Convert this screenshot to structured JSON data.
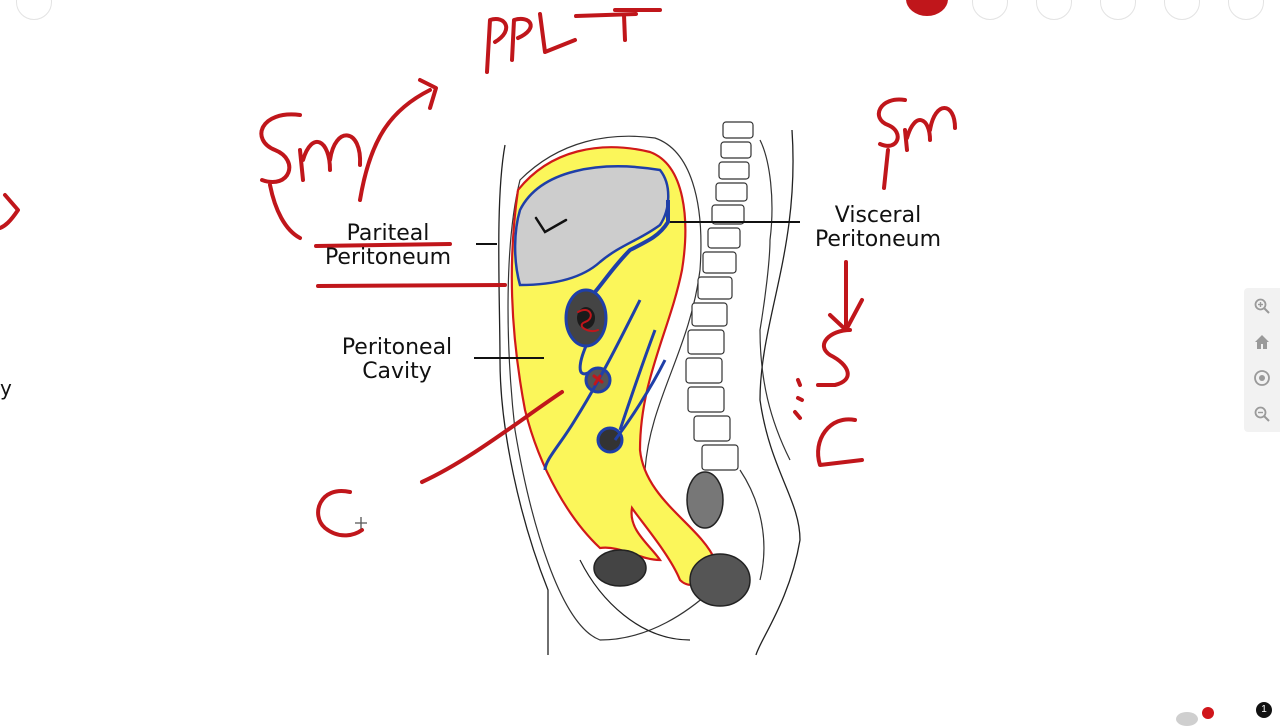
{
  "labels": {
    "parietal_line1": "Pariteal",
    "parietal_line2": "Peritoneum",
    "visceral_line1": "Visceral",
    "visceral_line2": "Peritoneum",
    "cavity_line1": "Peritoneal",
    "cavity_line2": "Cavity"
  },
  "edge_fragments": {
    "left_mid": "y"
  },
  "zoom_toolbar": {
    "icons": [
      "zoom-in-icon",
      "home-icon",
      "target-icon",
      "zoom-out-icon"
    ]
  },
  "top_toolbar": {
    "icons": [
      "circle-button-icon",
      "record-icon",
      "tool-icon",
      "tool-icon",
      "tool-icon",
      "tool-icon",
      "tool-icon"
    ]
  },
  "notification": {
    "count": "1"
  },
  "colors": {
    "ink_red": "#c0161b",
    "ink_blue": "#1f3fa8",
    "cavity_yellow": "#fbf65a",
    "liver_grey": "#cdcdcd"
  }
}
